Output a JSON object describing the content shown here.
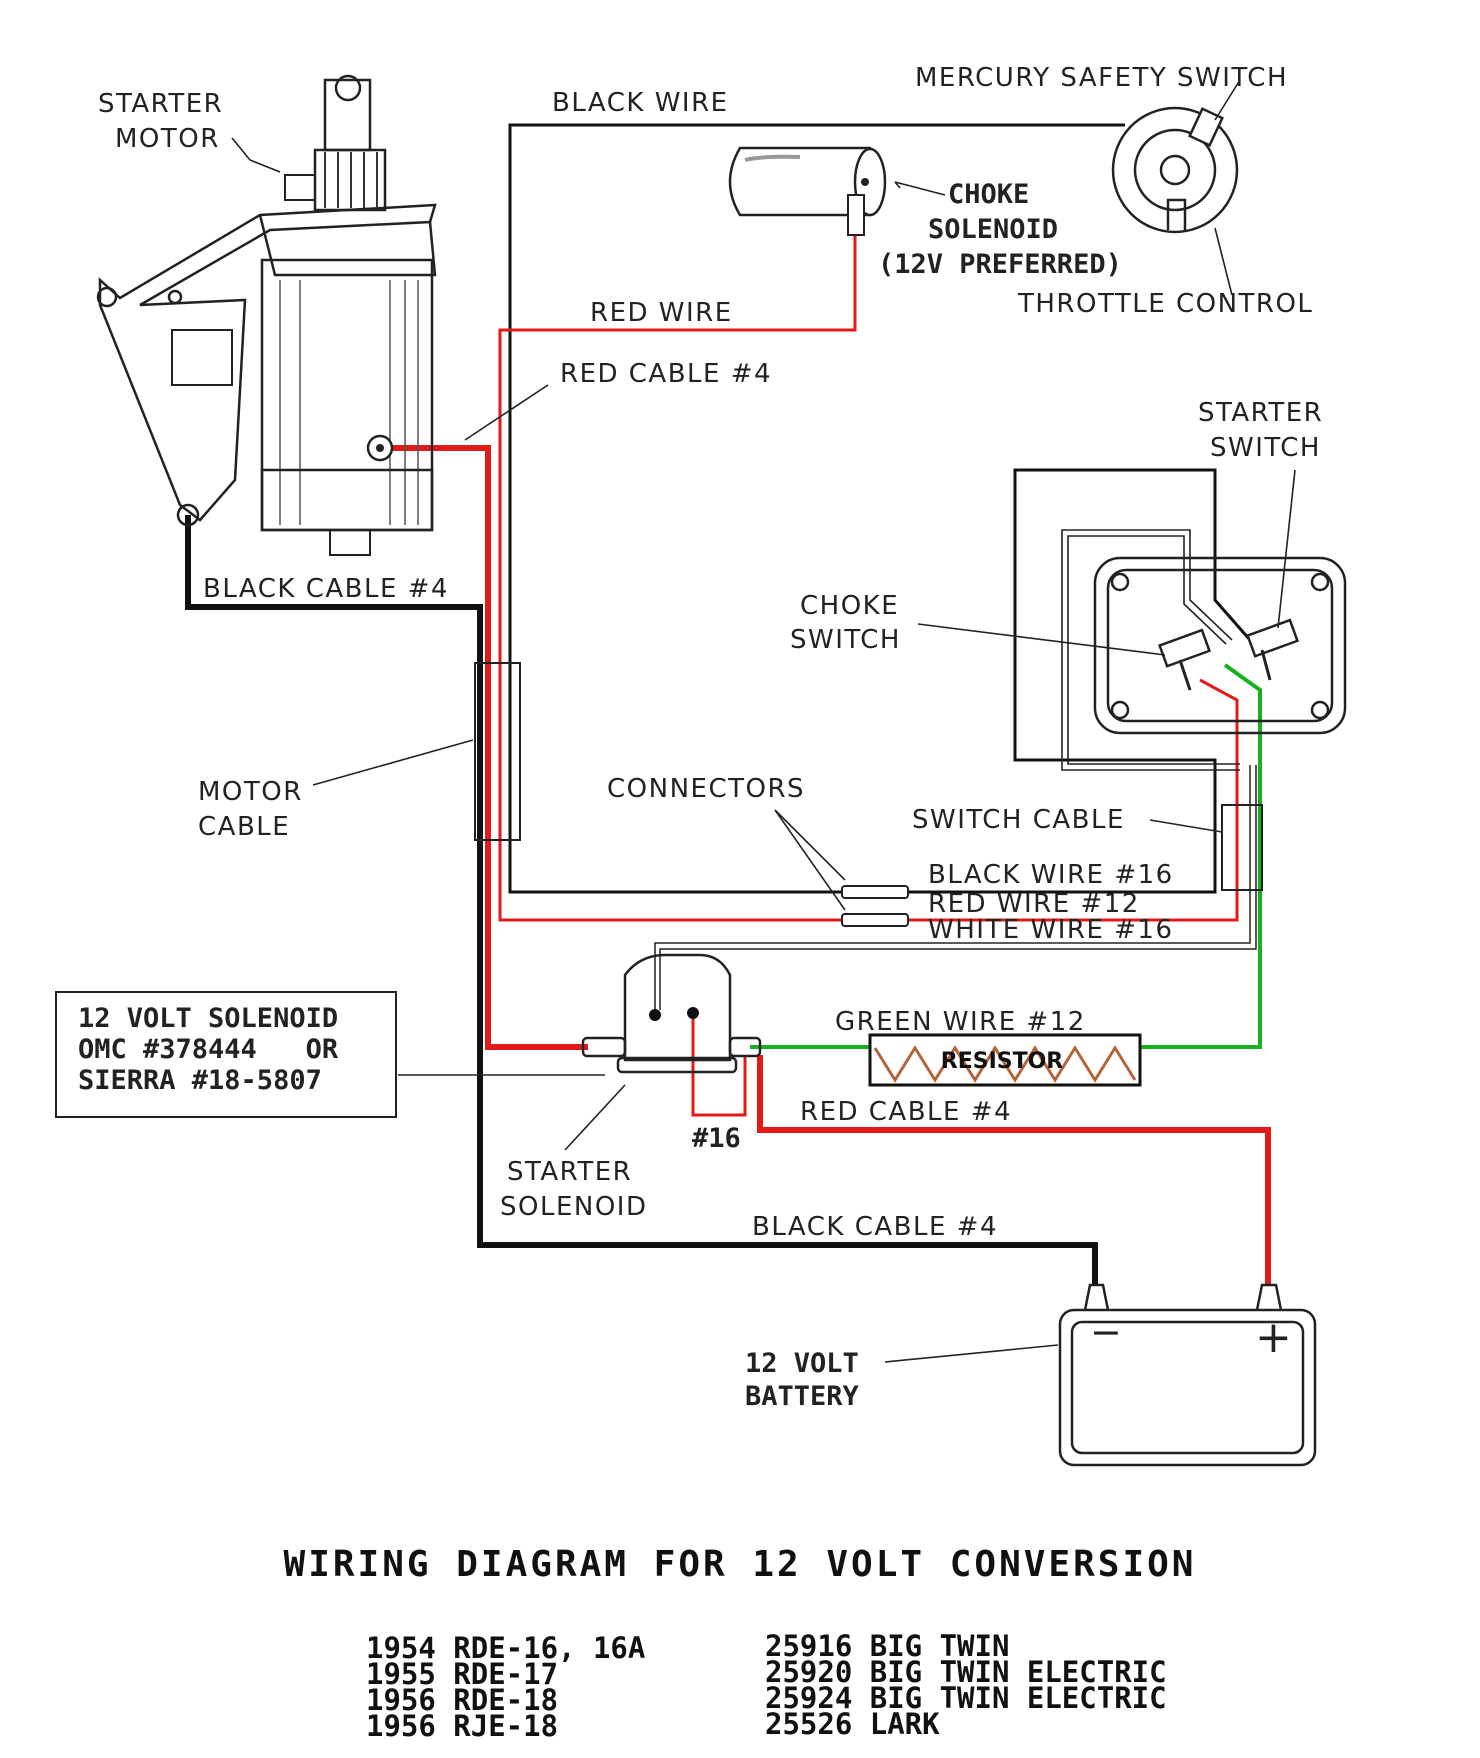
{
  "labels": {
    "starter_motor_1": "STARTER",
    "starter_motor_2": "MOTOR",
    "black_wire_top": "BLACK WIRE",
    "mercury_safety_switch": "MERCURY SAFETY SWITCH",
    "choke_solenoid_1": "CHOKE",
    "choke_solenoid_2": "SOLENOID",
    "choke_solenoid_3": "(12V PREFERRED)",
    "throttle_control": "THROTTLE CONTROL",
    "red_wire_top": "RED WIRE",
    "red_cable_4_top": "RED CABLE #4",
    "starter_switch_1": "STARTER",
    "starter_switch_2": "SWITCH",
    "black_cable_4_left": "BLACK CABLE #4",
    "choke_switch_1": "CHOKE",
    "choke_switch_2": "SWITCH",
    "motor_cable_1": "MOTOR",
    "motor_cable_2": "CABLE",
    "connectors": "CONNECTORS",
    "switch_cable": "SWITCH CABLE",
    "black_wire_16": "BLACK WIRE #16",
    "red_wire_12": "RED WIRE #12",
    "white_wire_16": "WHITE WIRE #16",
    "green_wire_12": "GREEN WIRE #12",
    "resistor": "RESISTOR",
    "red_cable_4_bottom": "RED CABLE #4",
    "hash_16": "#16",
    "starter_solenoid_1": "STARTER",
    "starter_solenoid_2": "SOLENOID",
    "black_cable_4_bottom": "BLACK CABLE #4",
    "battery_1": "12 VOLT",
    "battery_2": "BATTERY",
    "battery_minus": "−",
    "battery_plus": "+"
  },
  "solenoid_box": {
    "line1": "12 VOLT SOLENOID",
    "line2": "OMC #378444   OR",
    "line3": "SIERRA #18-5807"
  },
  "title": "WIRING DIAGRAM FOR 12 VOLT CONVERSION",
  "models_left": [
    "1954 RDE-16, 16A",
    "1955 RDE-17",
    "1956 RDE-18",
    "1956 RJE-18"
  ],
  "models_right": [
    "25916 BIG TWIN",
    "25920 BIG TWIN ELECTRIC",
    "25924 BIG TWIN ELECTRIC",
    "25526 LARK"
  ],
  "colors": {
    "black_wire": "#111111",
    "red_wire": "#e21a1a",
    "green_wire": "#19b21e",
    "resistor_zigzag": "#b5653a"
  }
}
